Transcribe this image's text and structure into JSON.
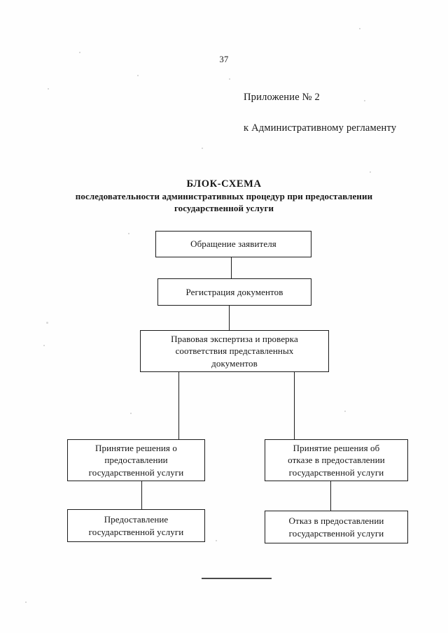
{
  "page": {
    "number": "37",
    "appendix_line_1": "Приложение № 2",
    "appendix_line_2": "к Административному регламенту"
  },
  "title": {
    "main": "БЛОК-СХЕМА",
    "sub_line_1": "последовательности административных процедур при предоставлении",
    "sub_line_2": "государственной услуги"
  },
  "flowchart": {
    "nodes": [
      {
        "id": "node-application",
        "label": "Обращение заявителя"
      },
      {
        "id": "node-registration",
        "label": "Регистрация документов"
      },
      {
        "id": "node-legal-review",
        "label": "Правовая экспертиза и проверка\nсоответствия представленных\nдокументов"
      },
      {
        "id": "node-decision-grant",
        "label": "Принятие решения о\nпредоставлении\nгосударственной услуги"
      },
      {
        "id": "node-decision-refuse",
        "label": "Принятие решения об\nотказе в предоставлении\nгосударственной услуги"
      },
      {
        "id": "node-service-provided",
        "label": "Предоставление\nгосударственной услуги"
      },
      {
        "id": "node-service-refused",
        "label": "Отказ в предоставлении\nгосударственной услуги"
      }
    ]
  },
  "colors": {
    "ink": "#1b1b1b",
    "paper": "#fefefe",
    "rule": "#4a4a4a"
  }
}
